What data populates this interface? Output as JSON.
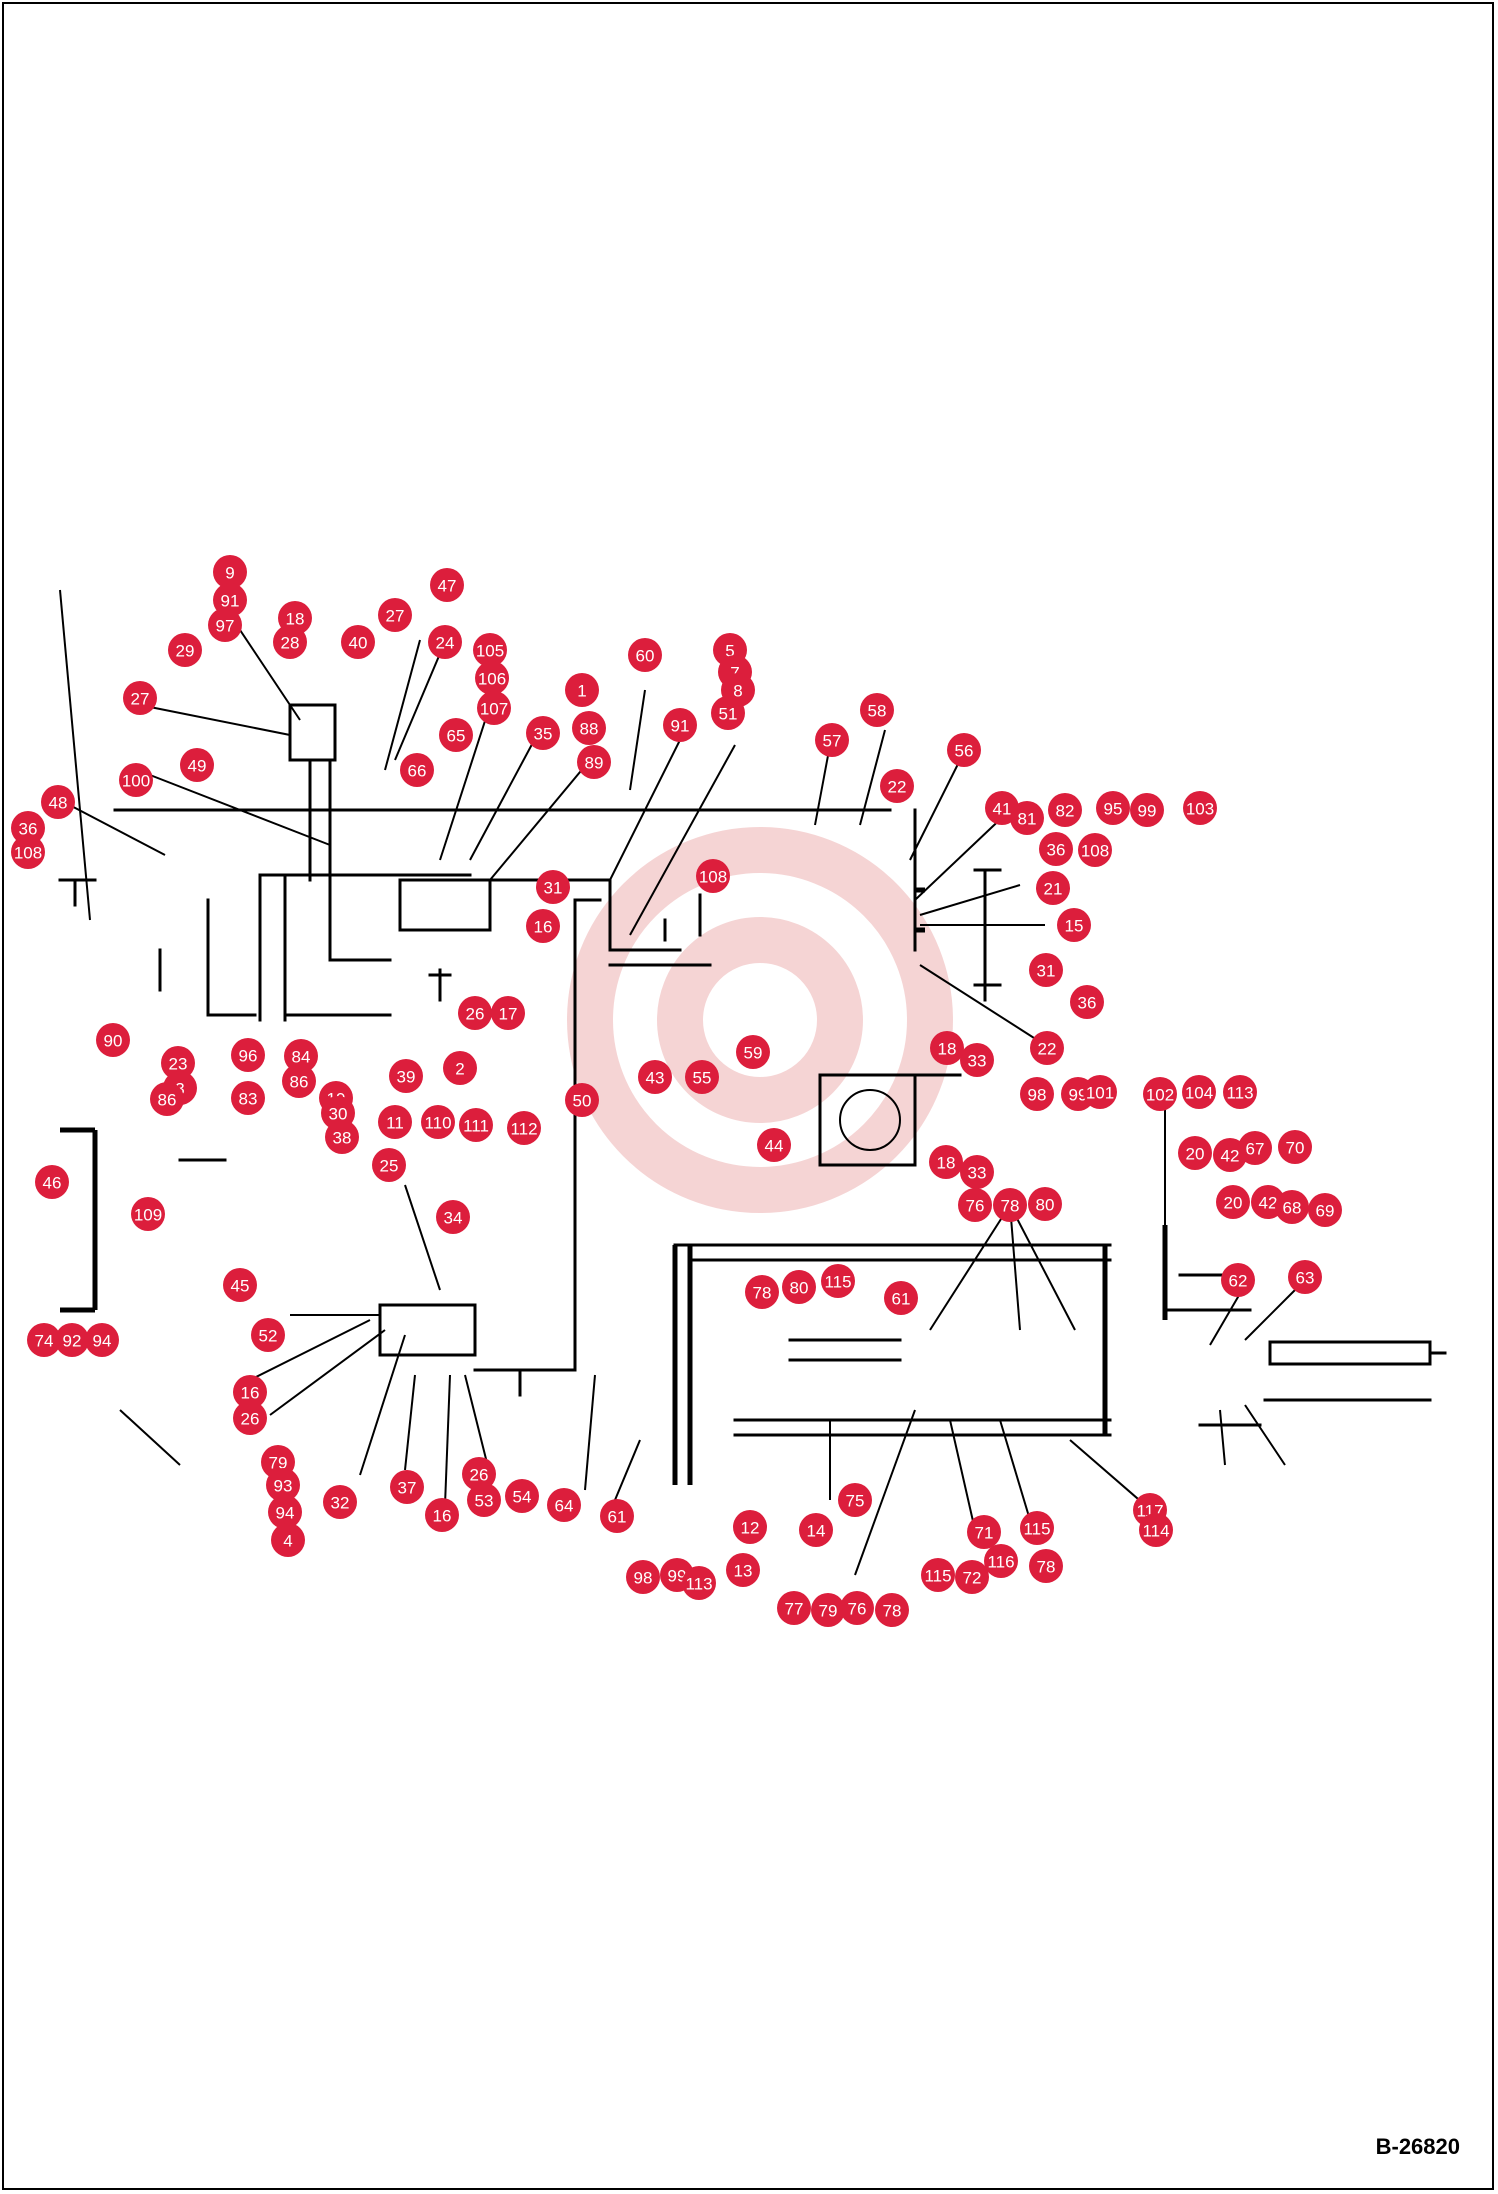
{
  "drawing_code": "B-26820",
  "callout_color": "#dc1e3c",
  "callouts": [
    "9",
    "91",
    "97",
    "18",
    "28",
    "40",
    "27",
    "24",
    "47",
    "29",
    "27",
    "105",
    "106",
    "107",
    "60",
    "1",
    "35",
    "88",
    "89",
    "5",
    "7",
    "8",
    "51",
    "91",
    "58",
    "57",
    "56",
    "65",
    "66",
    "100",
    "49",
    "48",
    "36",
    "108",
    "22",
    "41",
    "81",
    "82",
    "95",
    "99",
    "103",
    "36",
    "108",
    "21",
    "15",
    "31",
    "22",
    "36",
    "108",
    "31",
    "16",
    "26",
    "17",
    "39",
    "2",
    "90",
    "23",
    "3",
    "86",
    "96",
    "83",
    "84",
    "86",
    "19",
    "30",
    "38",
    "11",
    "110",
    "111",
    "112",
    "50",
    "43",
    "55",
    "59",
    "18",
    "33",
    "98",
    "99",
    "101",
    "102",
    "104",
    "113",
    "44",
    "20",
    "42",
    "67",
    "70",
    "18",
    "33",
    "76",
    "78",
    "80",
    "46",
    "109",
    "34",
    "25",
    "20",
    "42",
    "68",
    "69",
    "62",
    "63",
    "45",
    "52",
    "74",
    "92",
    "94",
    "78",
    "80",
    "115",
    "61",
    "16",
    "26",
    "79",
    "93",
    "94",
    "4",
    "32",
    "37",
    "16",
    "26",
    "53",
    "54",
    "64",
    "61",
    "12",
    "98",
    "99",
    "113",
    "13",
    "14",
    "75",
    "77",
    "79",
    "76",
    "78",
    "115",
    "72",
    "71",
    "116",
    "78",
    "115",
    "117",
    "114"
  ]
}
